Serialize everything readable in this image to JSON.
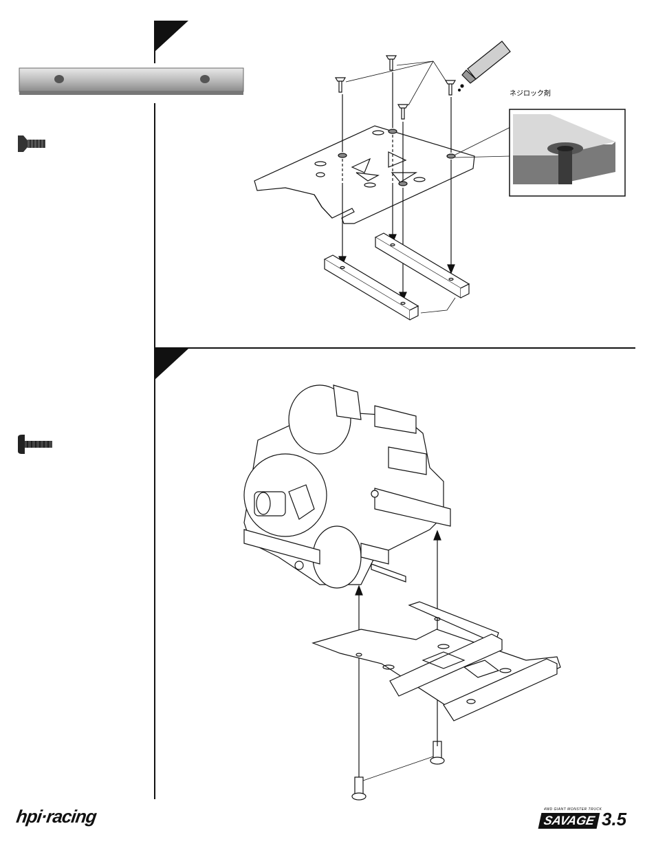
{
  "callouts": {
    "threadlock": "ネジロック剤"
  },
  "footer": {
    "brand": "hpi·racing",
    "product_tagline": "4WD GIANT MONSTER TRUCK",
    "product_name": "SAVAGE",
    "product_version": "3.5"
  },
  "icons": [
    "step-marker-icon",
    "aluminum-bar-icon",
    "flathead-screw-icon",
    "threadlock-tube-icon",
    "countersink-detail-icon",
    "button-screw-icon"
  ]
}
